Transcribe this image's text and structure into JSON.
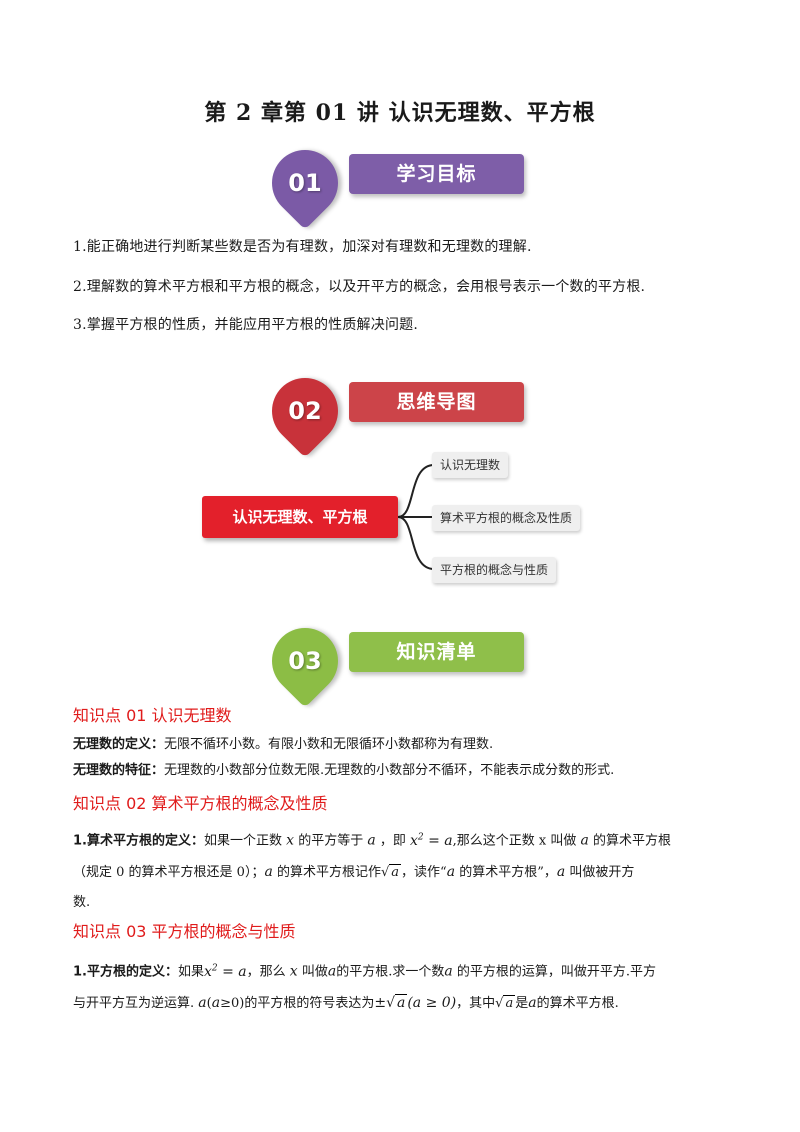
{
  "title": "第 2 章第 01 讲  认识无理数、平方根",
  "sections": [
    {
      "num": "01",
      "label": "学习目标",
      "color": "#7b5aa6",
      "pill_color": "#7e5ea8"
    },
    {
      "num": "02",
      "label": "思维导图",
      "color": "#c8323a",
      "pill_color": "#cc4449"
    },
    {
      "num": "03",
      "label": "知识清单",
      "color": "#8cbd45",
      "pill_color": "#8fbf4a"
    }
  ],
  "objectives": [
    "1.能正确地进行判断某些数是否为有理数，加深对有理数和无理数的理解.",
    "2.理解数的算术平方根和平方根的概念，以及开平方的概念，会用根号表示一个数的平方根.",
    "3.掌握平方根的性质，并能应用平方根的性质解决问题."
  ],
  "mindmap": {
    "center": "认识无理数、平方根",
    "nodes": [
      "认识无理数",
      "算术平方根的概念及性质",
      "平方根的概念与性质"
    ]
  },
  "kp1": {
    "title": "知识点 01  认识无理数",
    "def_label": "无理数的定义：",
    "def_text": "无限不循环小数。有限小数和无限循环小数都称为有理数.",
    "feat_label": "无理数的特征：",
    "feat_text": "无理数的小数部分位数无限.无理数的小数部分不循环，不能表示成分数的形式."
  },
  "kp2": {
    "title": "知识点 02  算术平方根的概念及性质",
    "label": "1.算术平方根的定义：",
    "t1": "如果一个正数",
    "t2": "的平方等于",
    "t3": "，即",
    "t4": ",那么这个正数 x 叫做",
    "t5": "的算术平方根",
    "t6": "（规定 0 的算术平方根还是 0）；",
    "t7": "的算术平方根记作",
    "t8": "，读作“",
    "t9": "的算术平方根”，",
    "t10": "叫做被开方",
    "t11": "数."
  },
  "kp3": {
    "title": "知识点 03  平方根的概念与性质",
    "label": "1.平方根的定义：",
    "t1": "如果",
    "t2": "，那么",
    "t3": "叫做",
    "t4": "的平方根.求一个数",
    "t5": "的平方根的运算，叫做开平方.平方",
    "t6": "与开平方互为逆运算.",
    "t7": "(",
    "t8": "≥0)的平方根的符号表达为",
    "t9": "，其中",
    "t10": "是",
    "t11": "的算术平方根."
  }
}
